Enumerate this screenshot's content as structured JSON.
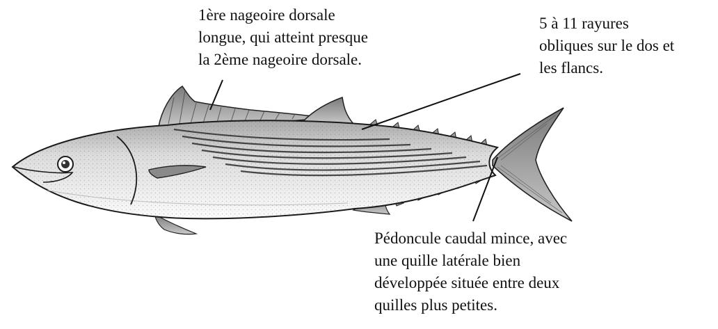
{
  "annotations": {
    "dorsal_fin": {
      "lines": [
        "1ère nageoire dorsale",
        "longue, qui atteint presque",
        "la 2ème nageoire dorsale."
      ]
    },
    "stripes": {
      "lines": [
        "5 à 11 rayures",
        "obliques sur le dos et",
        "les flancs."
      ]
    },
    "caudal_peduncle": {
      "lines": [
        "Pédoncule caudal mince, avec",
        "une quille latérale bien",
        "développée située entre deux",
        "quilles plus petites."
      ]
    }
  },
  "colors": {
    "ink": "#111111",
    "fin_shade": "#8e8e8e",
    "body_shade": "#efefef"
  }
}
